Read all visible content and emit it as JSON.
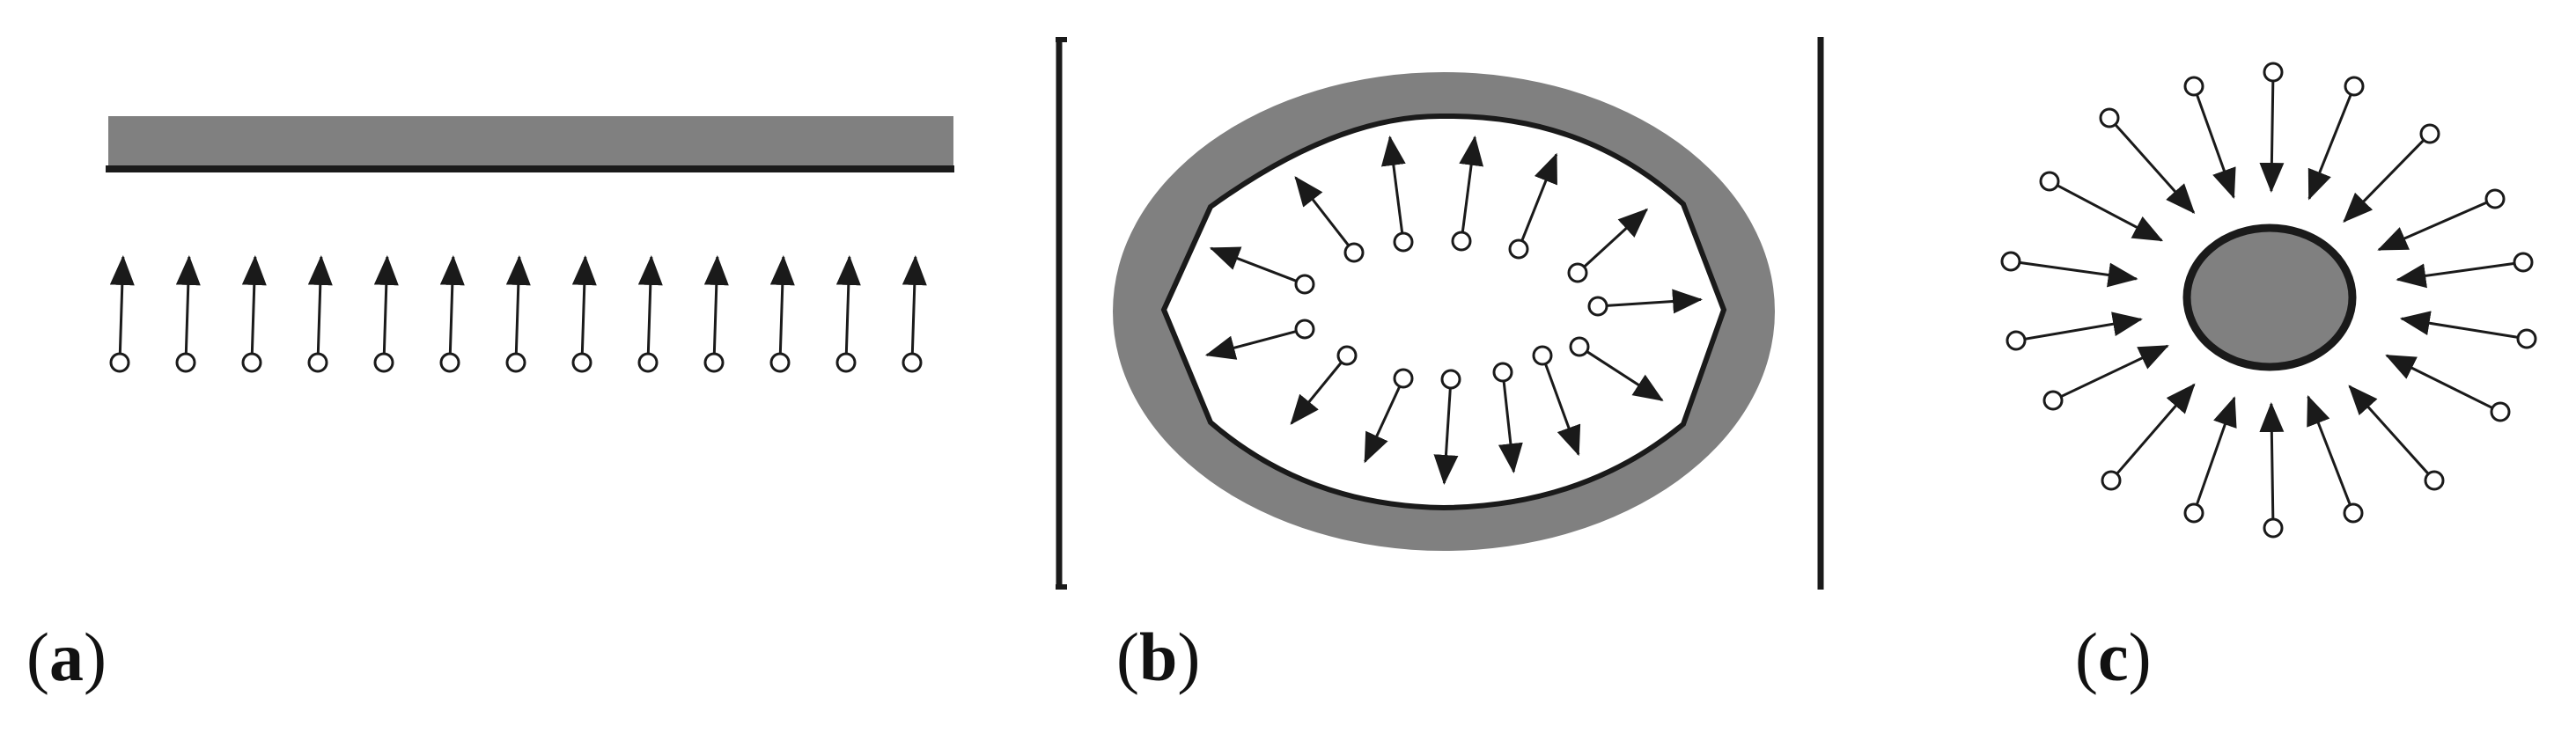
{
  "panels": [
    {
      "id": "a",
      "open": "(",
      "letter": "a",
      "close": ")"
    },
    {
      "id": "b",
      "open": "(",
      "letter": "b",
      "close": ")"
    },
    {
      "id": "c",
      "open": "(",
      "letter": "c",
      "close": ")"
    }
  ],
  "colors": {
    "fill_gray": "#808080",
    "stroke": "#1a1a1a",
    "background": "#ffffff"
  }
}
